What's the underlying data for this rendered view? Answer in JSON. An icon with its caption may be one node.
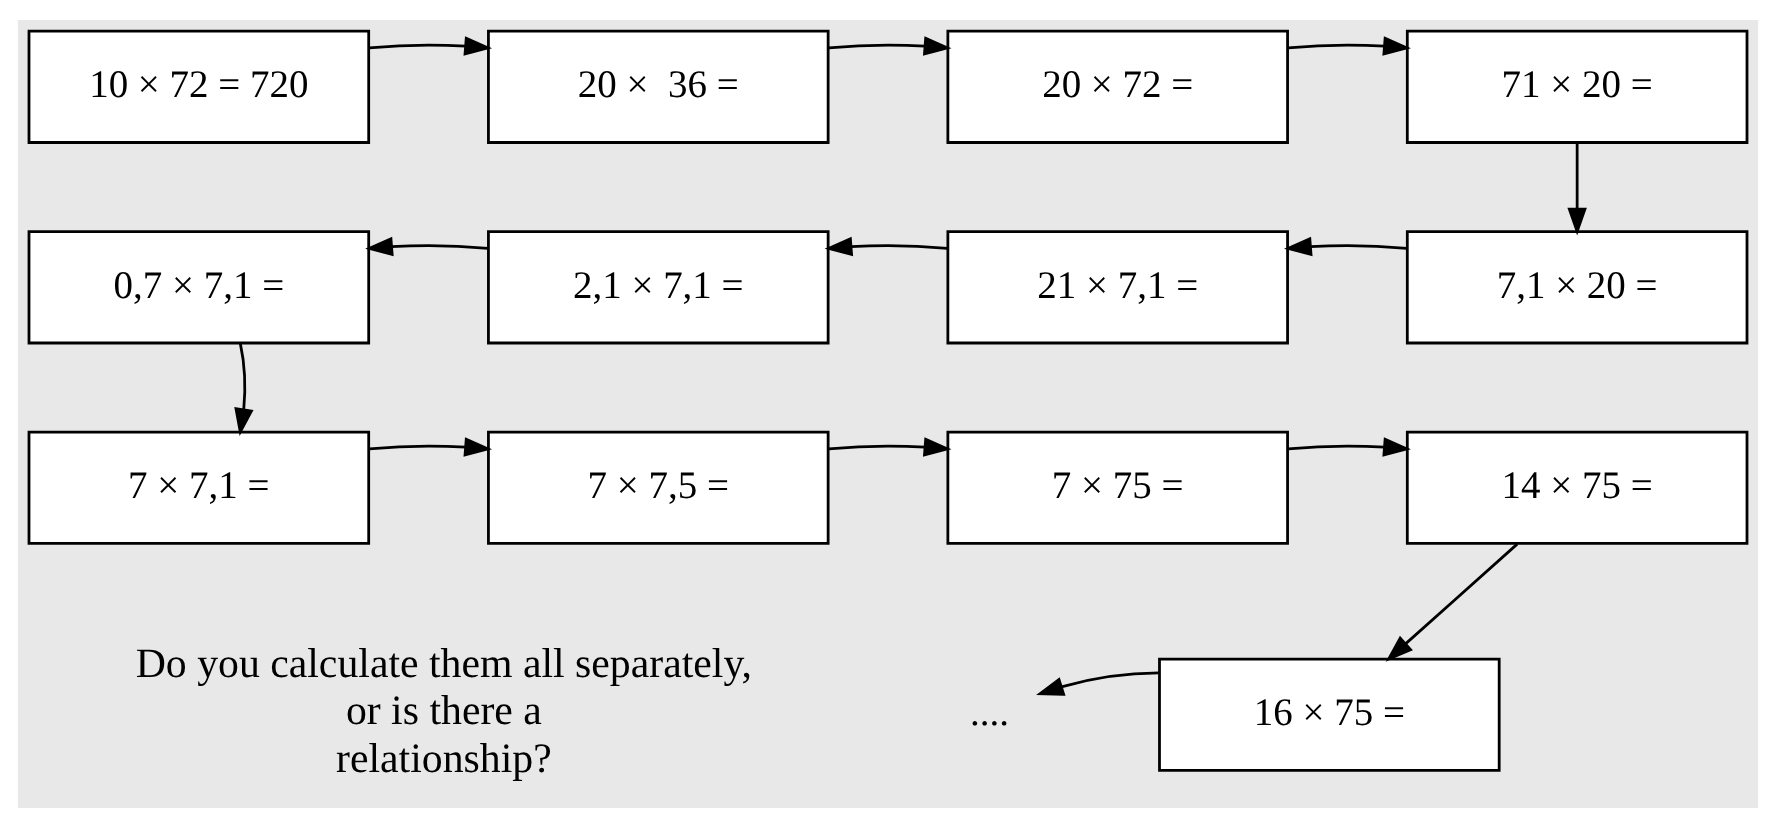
{
  "diagram": {
    "nodes": [
      {
        "text": [
          "10 × 72 = 720"
        ]
      },
      {
        "text": [
          "20 ×  36 ="
        ]
      },
      {
        "text": [
          "20 × 72 ="
        ]
      },
      {
        "text": [
          "71 × 20 ="
        ]
      },
      {
        "text": [
          "7,1 × 20 ="
        ]
      },
      {
        "text": [
          "21 × 7,1 ="
        ]
      },
      {
        "text": [
          "2,1 × 7,1 ="
        ]
      },
      {
        "text": [
          "0,7 × 7,1 ="
        ]
      },
      {
        "text": [
          "7 × 7,1 ="
        ]
      },
      {
        "text": [
          "7 × 7,5 ="
        ]
      },
      {
        "text": [
          "7 × 75 ="
        ]
      },
      {
        "text": [
          "14 × 75 ="
        ]
      },
      {
        "text": [
          "16 × 75 ="
        ]
      },
      {
        "text": [
          "...."
        ]
      }
    ],
    "edges": [
      {
        "from": 0,
        "to": 1,
        "arrow": "to"
      },
      {
        "from": 1,
        "to": 2,
        "arrow": "to"
      },
      {
        "from": 2,
        "to": 3,
        "arrow": "to"
      },
      {
        "from": 3,
        "to": 4,
        "arrow": "to"
      },
      {
        "from": 4,
        "to": 5,
        "arrow": "to"
      },
      {
        "from": 5,
        "to": 6,
        "arrow": "to"
      },
      {
        "from": 6,
        "to": 7,
        "arrow": "to"
      },
      {
        "from": 7,
        "to": 8,
        "arrow": "to"
      },
      {
        "from": 8,
        "to": 9,
        "arrow": "to"
      },
      {
        "from": 9,
        "to": 10,
        "arrow": "to"
      },
      {
        "from": 10,
        "to": 11,
        "arrow": "to"
      },
      {
        "from": 11,
        "to": 12,
        "arrow": "to"
      },
      {
        "from": 12,
        "to": 13,
        "arrow": "to"
      }
    ],
    "labels": [
      "Do you calculate them all separately, or is there a relationship?"
    ]
  }
}
